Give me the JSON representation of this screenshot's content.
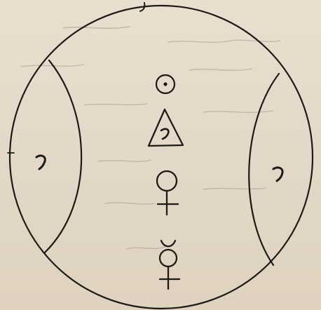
{
  "page": {
    "paper_color": "#e6dccc",
    "ink_color": "#1e1a16",
    "bleed_through_color": "#7d7368"
  },
  "diagram": {
    "outer_shape": "circle",
    "side_regions": [
      "left-lune",
      "right-lune"
    ],
    "center_column": [
      "sun-symbol-icon",
      "triangle-symbol-icon",
      "venus-symbol-icon",
      "mercury-symbol-icon"
    ]
  }
}
